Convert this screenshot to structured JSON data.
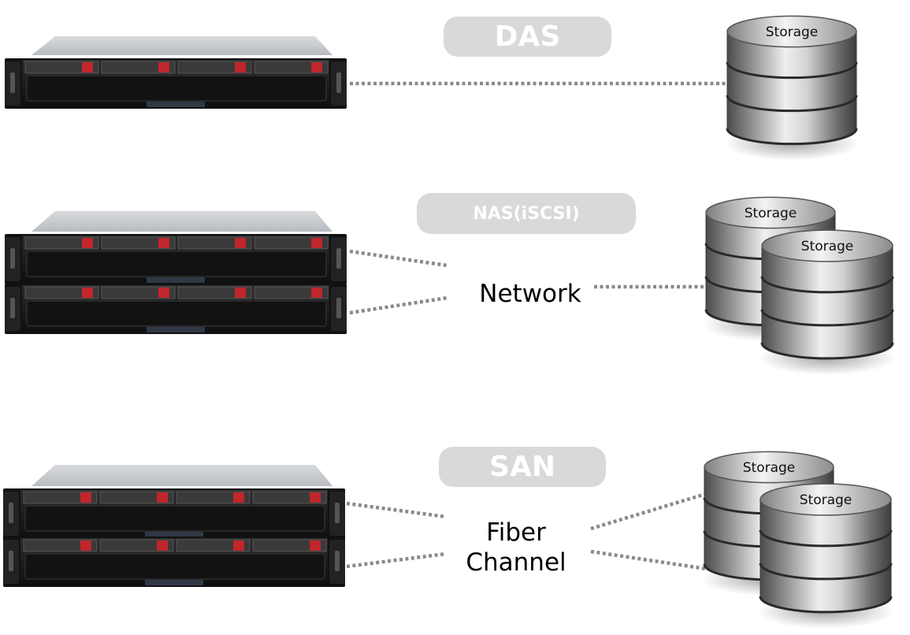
{
  "sections": {
    "das": {
      "title": "DAS",
      "storage_label": "Storage"
    },
    "nas": {
      "title": "NAS(iSCSI)",
      "hub": "Network",
      "storage_labels": [
        "Storage",
        "Storage"
      ]
    },
    "san": {
      "title": "SAN",
      "hub_line1": "Fiber",
      "hub_line2": "Channel",
      "storage_labels": [
        "Storage",
        "Storage"
      ]
    }
  },
  "colors": {
    "pill": "#d9d9d9",
    "pill_text": "#ffffff",
    "link": "#8a8a8a",
    "server_face": "#1a1a1a",
    "drive_latch": "#c0262b"
  }
}
